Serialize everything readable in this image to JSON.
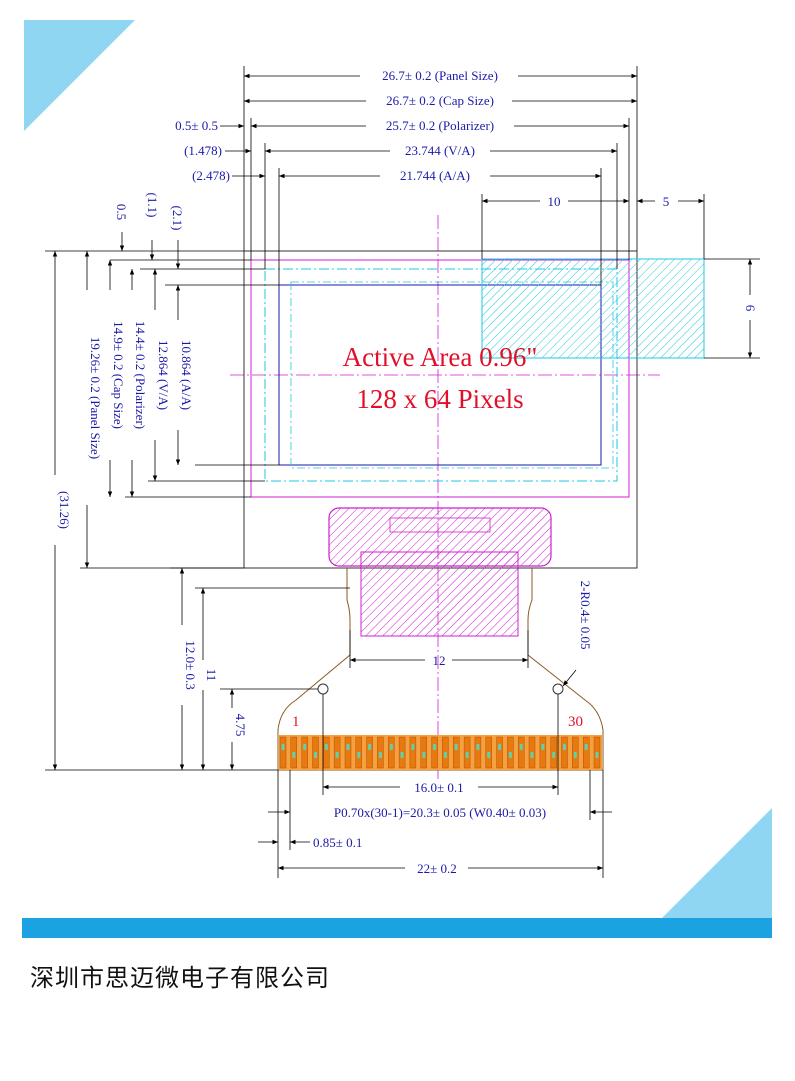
{
  "colors": {
    "dimension": "#1a1aa8",
    "outline": "#333333",
    "polarizer": "#d020d0",
    "viewing_area": "#1a1aa8",
    "cyan": "#22c8e0",
    "red_label": "#e0102a",
    "pins": "#f08a20",
    "accent_bar": "#1aa3e0",
    "corner_triangle": "#8fd6f2"
  },
  "title": {
    "line1": "Active Area 0.96\"",
    "line2": "128 x 64 Pixels"
  },
  "dims": {
    "panel_size": "26.7± 0.2 (Panel Size)",
    "cap_size": "26.7± 0.2 (Cap Size)",
    "polarizer": "25.7± 0.2 (Polarizer)",
    "va": "23.744 (V/A)",
    "aa": "21.744 (A/A)",
    "offset_05": "0.5± 0.5",
    "offset_1478": "(1.478)",
    "offset_2478": "(2.478)",
    "ten": "10",
    "five": "5",
    "six": "6",
    "left_05": "0.5",
    "left_11": "(1.1)",
    "left_21": "(2.1)",
    "v_aa": "10.864 (A/A)",
    "v_va": "12.864 (V/A)",
    "v_pol": "14.4± 0.2 (Polarizer)",
    "v_cap": "14.9± 0.2 (Cap Size)",
    "v_panel": "19.26± 0.2 (Panel Size)",
    "v_total": "(31.26)",
    "v_fpc": "12.0± 0.3",
    "v_11": "11",
    "v_475": "4.75",
    "radius": "2-R0.4± 0.05",
    "twelve": "12",
    "sixteen": "16.0± 0.1",
    "pitch": "P0.70x(30-1)=20.3± 0.05 (W0.40± 0.03)",
    "edge": "0.85± 0.1",
    "width22": "22± 0.2"
  },
  "pins": {
    "first": "1",
    "last": "30",
    "count": 30
  },
  "company": "深圳市思迈微电子有限公司"
}
